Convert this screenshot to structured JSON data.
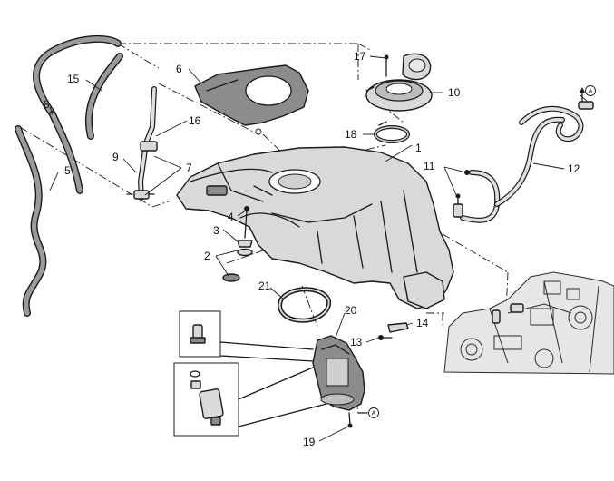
{
  "callouts": {
    "c1": "1",
    "c2": "2",
    "c3": "3",
    "c4": "4",
    "c5": "5",
    "c6": "6",
    "c7": "7",
    "c8": "8",
    "c9": "9",
    "c10": "10",
    "c11": "11",
    "c12": "12",
    "c13": "13",
    "c14": "14",
    "c15": "15",
    "c16": "16",
    "c17": "17",
    "c18": "18",
    "c19": "19",
    "c20": "20",
    "c21": "21"
  },
  "refs": {
    "top_right": "A",
    "bottom": "A"
  }
}
